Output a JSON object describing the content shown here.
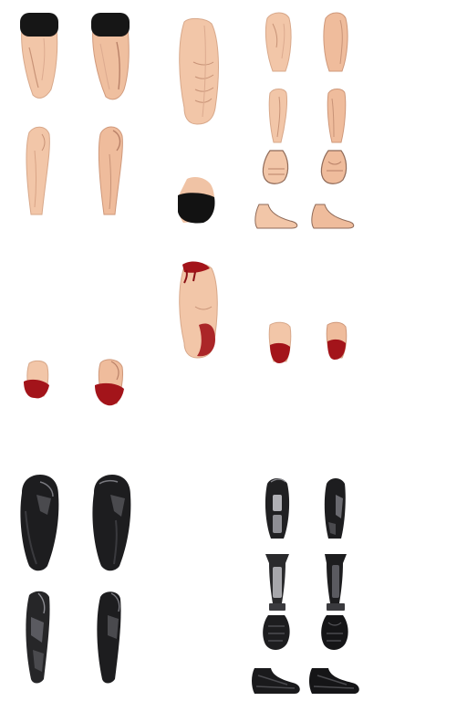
{
  "sheet": {
    "kind": "character body-part sprite sheet",
    "background": "#ffffff"
  },
  "palette": {
    "skin": "#f2c6a8",
    "skin_shade": "#d69c7e",
    "skin_line": "#b98168",
    "hair_band": "#161616",
    "blood": "#a3141a",
    "blood_dark": "#6d0a0e",
    "armor_dark": "#1d1d1f",
    "armor_mid": "#4a4a4e",
    "armor_light": "#a7a7ab"
  },
  "sprite_groups": [
    "skin-parts",
    "bloody-stumps",
    "armor-parts"
  ]
}
